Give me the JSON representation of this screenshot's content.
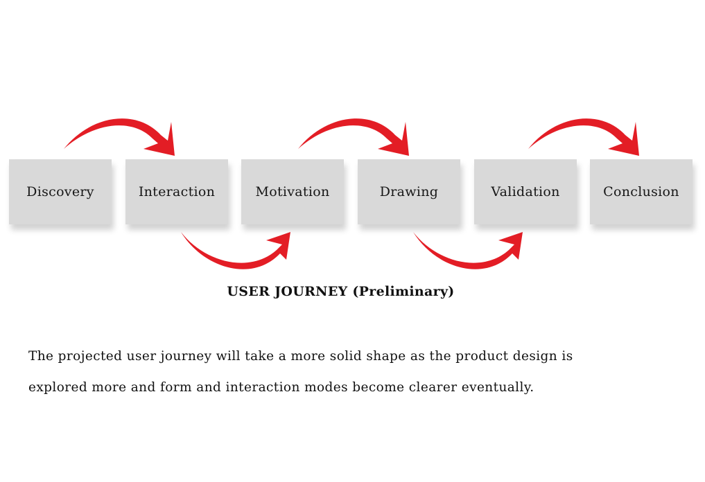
{
  "journey": {
    "steps": [
      {
        "label": "Discovery"
      },
      {
        "label": "Interaction"
      },
      {
        "label": "Motivation"
      },
      {
        "label": "Drawing"
      },
      {
        "label": "Validation"
      },
      {
        "label": "Conclusion"
      }
    ],
    "arrows": [
      {
        "from": "Discovery",
        "to": "Interaction",
        "side": "above"
      },
      {
        "from": "Interaction",
        "to": "Motivation",
        "side": "below"
      },
      {
        "from": "Motivation",
        "to": "Drawing",
        "side": "above"
      },
      {
        "from": "Drawing",
        "to": "Validation",
        "side": "below"
      },
      {
        "from": "Validation",
        "to": "Conclusion",
        "side": "above"
      }
    ],
    "arrow_color": "#e31d25",
    "box_color": "#d9d9d9"
  },
  "caption": "USER JOURNEY (Preliminary)",
  "note": {
    "line1": "The projected user journey will take a more solid shape as the product design is",
    "line2": "explored more and form and interaction modes become clearer eventually."
  }
}
